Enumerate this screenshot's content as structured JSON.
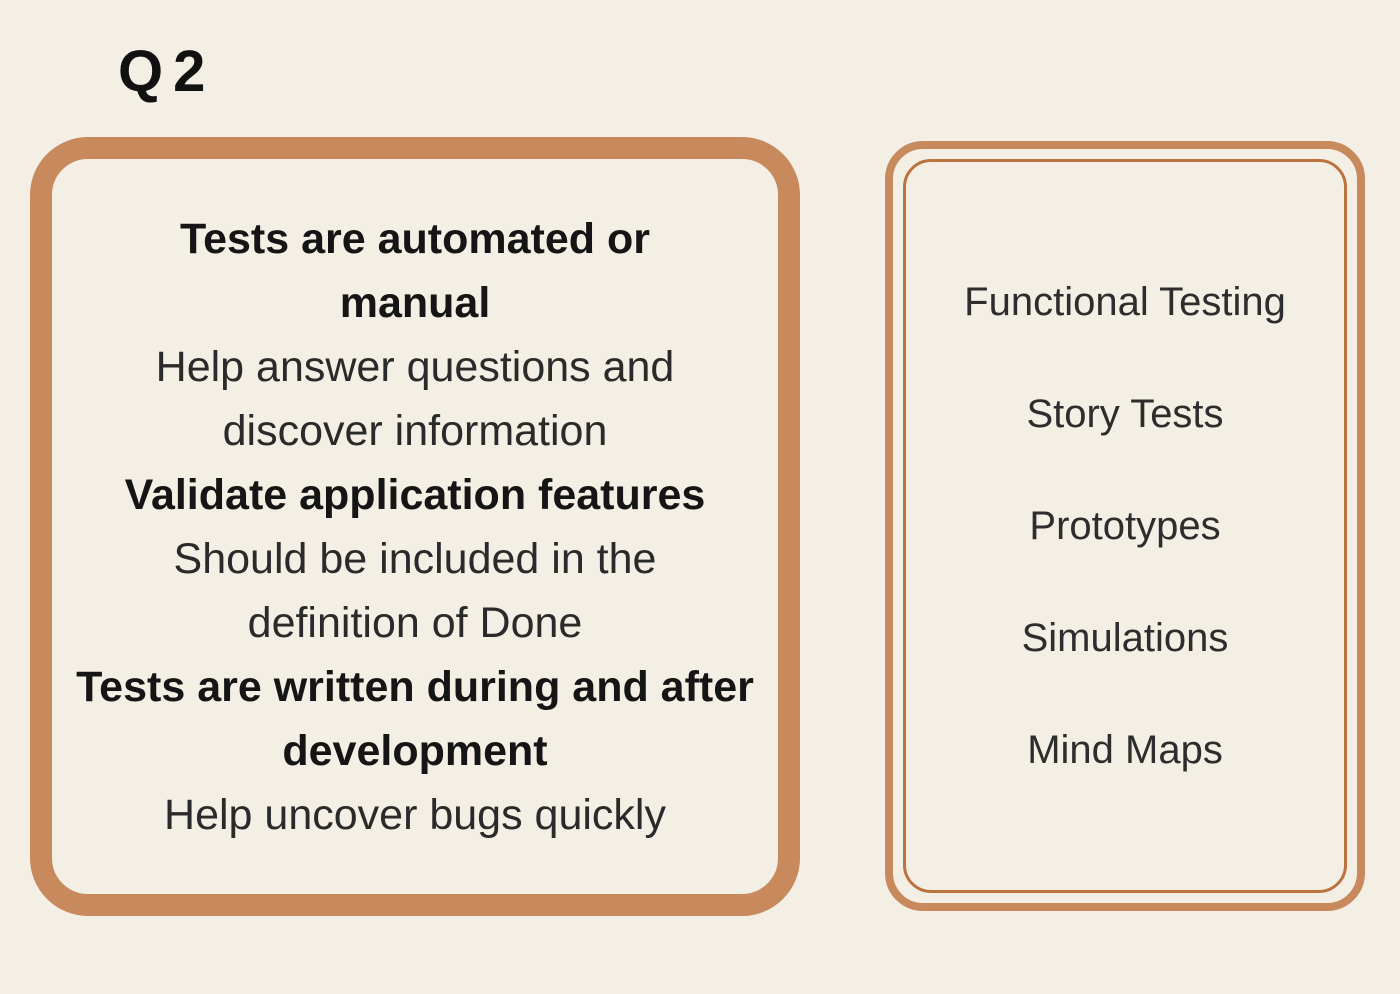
{
  "page": {
    "title": "Q2"
  },
  "left_card": {
    "items": [
      {
        "text": "Tests are automated or manual",
        "style": "bold"
      },
      {
        "text": "Help answer questions and discover information",
        "style": "regular"
      },
      {
        "text": "Validate application features",
        "style": "bold"
      },
      {
        "text": "Should be included in the definition of Done",
        "style": "regular"
      },
      {
        "text": "Tests are written during and after development",
        "style": "bold"
      },
      {
        "text": "Help uncover bugs quickly",
        "style": "regular"
      }
    ]
  },
  "right_card": {
    "items": [
      "Functional Testing",
      "Story Tests",
      "Prototypes",
      "Simulations",
      "Mind Maps"
    ]
  },
  "colors": {
    "background": "#f4efe4",
    "card_border": "#c8895d",
    "inner_line": "#bb7340",
    "text_bold": "#151515",
    "text_regular": "#2a2a2a"
  }
}
